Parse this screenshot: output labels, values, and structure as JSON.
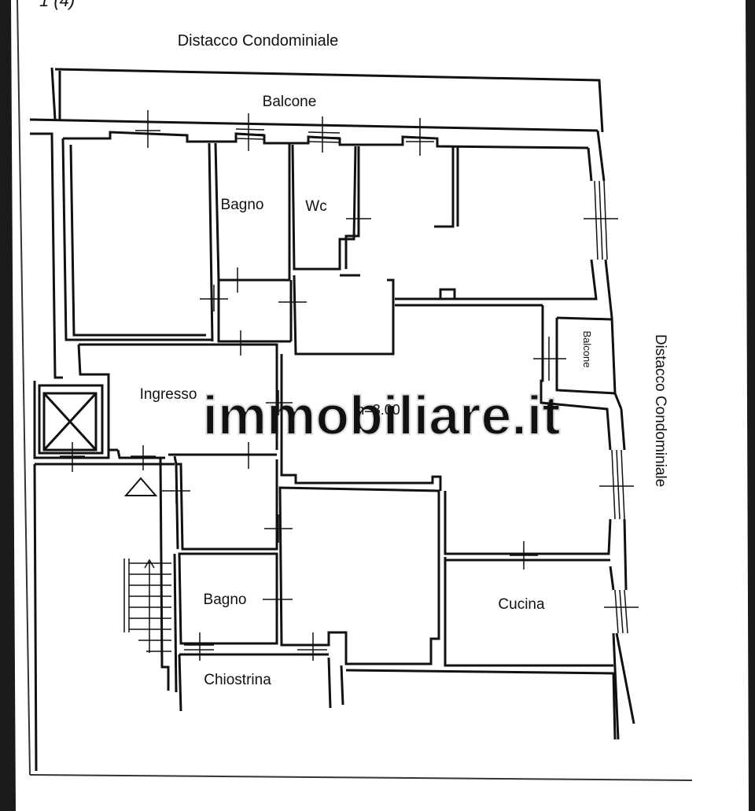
{
  "labels": {
    "header_scribble": "1 (4)",
    "top_boundary": "Distacco Condominiale",
    "top_balcony": "Balcone",
    "bathroom_upper": "Bagno",
    "wc": "Wc",
    "entrance": "Ingresso",
    "ceiling_height": "h=3.00",
    "side_balcony": "Balcone",
    "right_boundary": "Distacco Condominiale",
    "bathroom_lower": "Bagno",
    "kitchen": "Cucina",
    "courtyard": "Chiostrina"
  },
  "watermark": "immobiliare.it",
  "colors": {
    "paper": "#ffffff",
    "ink": "#111111",
    "border": "#1a1a1a",
    "watermark": "#d9d9d9"
  }
}
